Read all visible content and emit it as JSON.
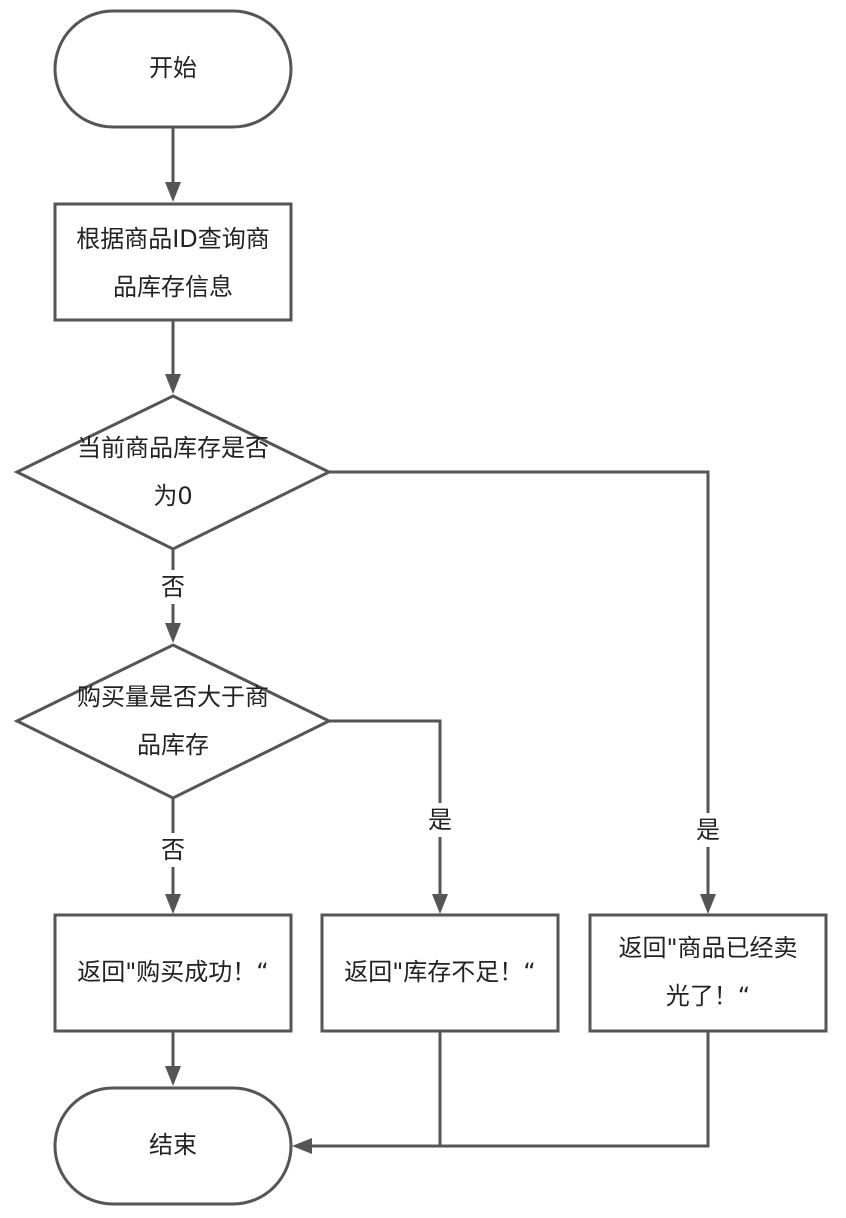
{
  "nodes": {
    "start": {
      "label": "开始"
    },
    "query": {
      "line1": "根据商品ID查询商",
      "line2": "品库存信息"
    },
    "check_zero": {
      "line1": "当前商品库存是否",
      "line2": "为0"
    },
    "check_qty": {
      "line1": "购买量是否大于商",
      "line2": "品库存"
    },
    "success": {
      "label": "返回\"购买成功！“"
    },
    "insufficient": {
      "label": "返回\"库存不足！“"
    },
    "sold_out": {
      "line1": "返回\"商品已经卖",
      "line2": "光了！“"
    },
    "end": {
      "label": "结束"
    }
  },
  "edges": {
    "zero_no": "否",
    "zero_yes": "是",
    "qty_no": "否",
    "qty_yes": "是"
  },
  "colors": {
    "stroke": "#555555",
    "text": "#222222",
    "background": "#ffffff"
  }
}
